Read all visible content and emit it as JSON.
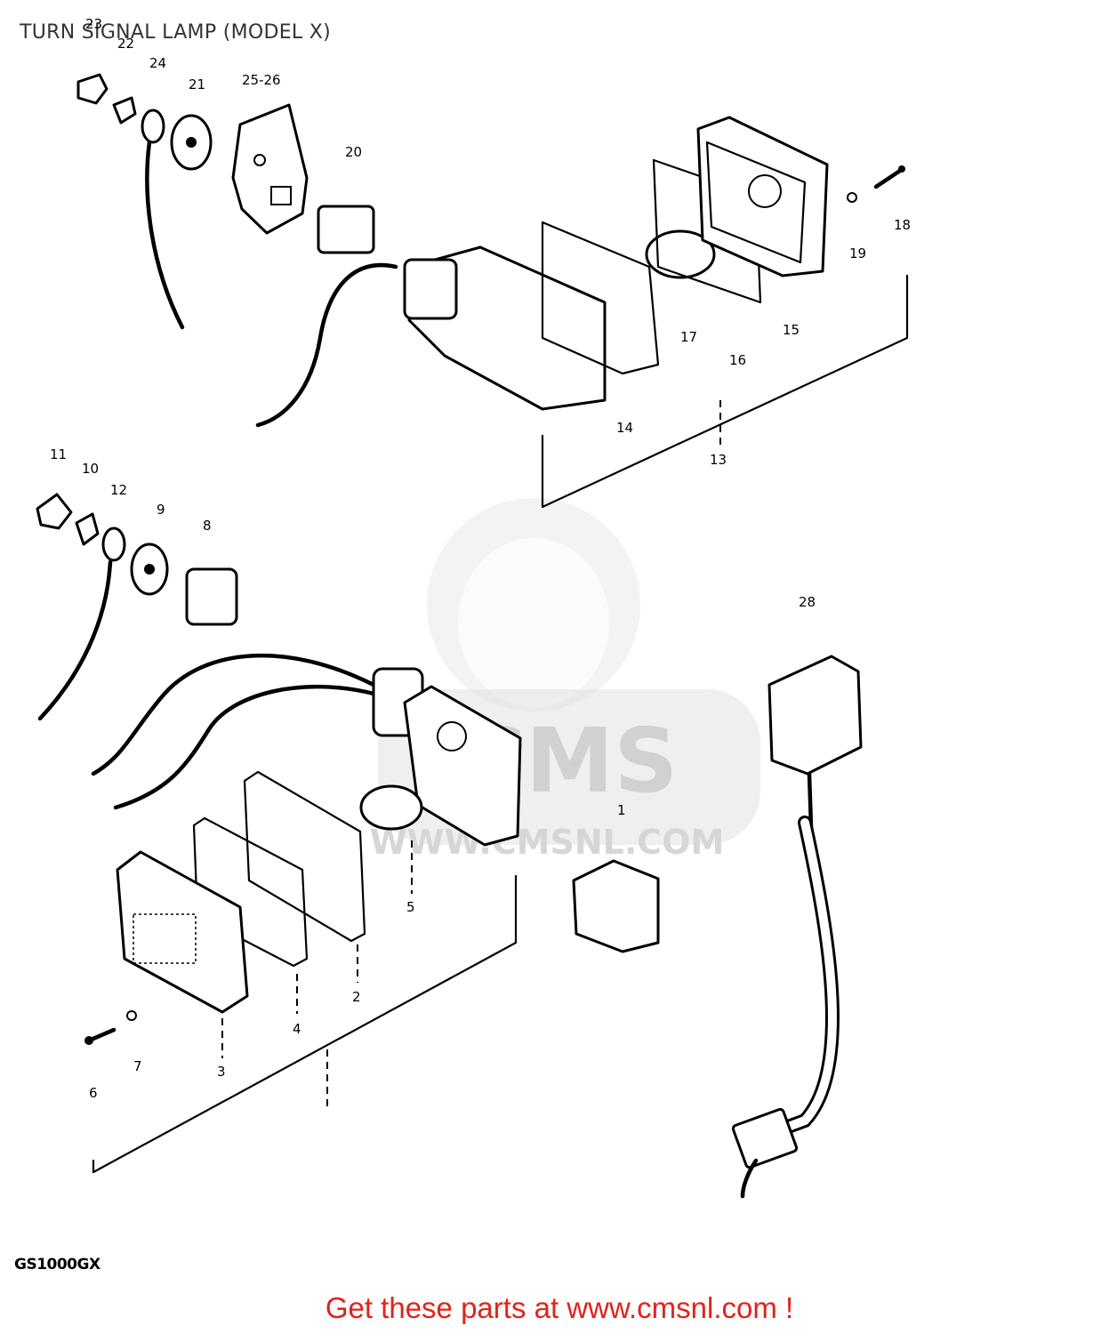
{
  "title": "TURN SIGNAL LAMP (MODEL X)",
  "model_code": "GS1000GX",
  "footer_link": "Get these parts at www.cmsnl.com !",
  "watermark": {
    "brand": "CMS",
    "url": "WWW.CMSNL.COM"
  },
  "callouts": {
    "c1": "1",
    "c2": "2",
    "c3": "3",
    "c4": "4",
    "c5": "5",
    "c6": "6",
    "c7": "7",
    "c8": "8",
    "c9": "9",
    "c10": "10",
    "c11": "11",
    "c12": "12",
    "c13": "13",
    "c14": "14",
    "c15": "15",
    "c16": "16",
    "c17": "17",
    "c18": "18",
    "c19": "19",
    "c20": "20",
    "c21": "21",
    "c22": "22",
    "c23": "23",
    "c24": "24",
    "c25": "25-26",
    "c28": "28"
  },
  "colors": {
    "link": "#e0231c",
    "ink": "#000000",
    "watermark": "#d8d8d8"
  }
}
